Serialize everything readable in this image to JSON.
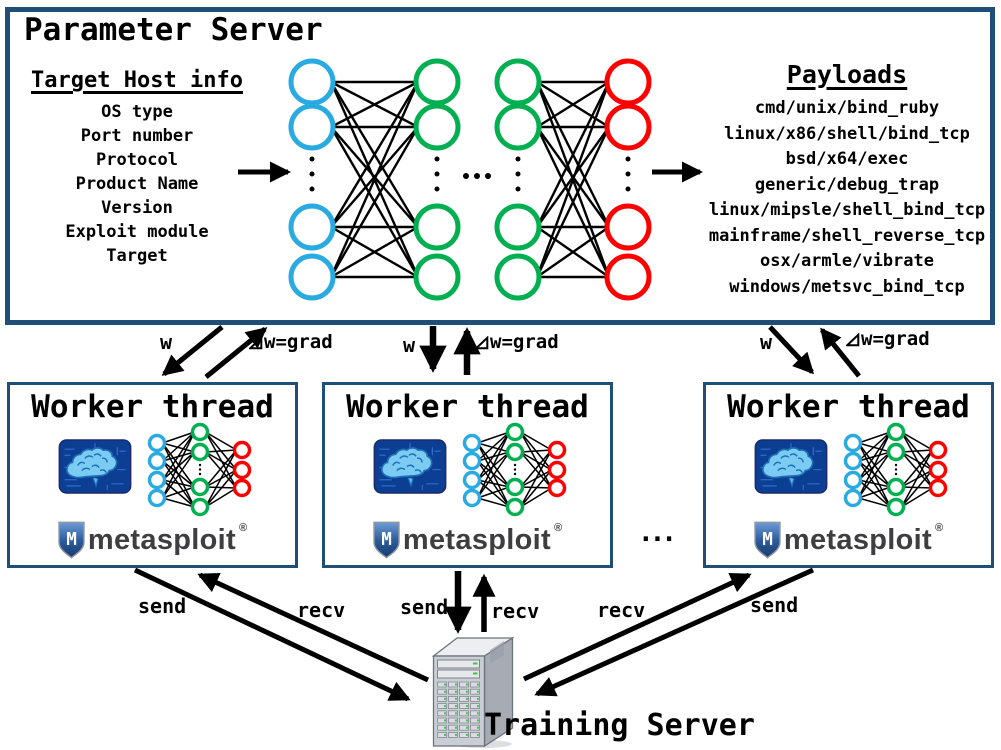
{
  "parameter_server": {
    "title": "Parameter Server",
    "target_host": {
      "heading": "Target Host info",
      "items": [
        "OS type",
        "Port number",
        "Protocol",
        "Product Name",
        "Version",
        "Exploit module",
        "Target"
      ]
    },
    "payloads": {
      "heading": "Payloads",
      "items": [
        "cmd/unix/bind_ruby",
        "linux/x86/shell/bind_tcp",
        "bsd/x64/exec",
        "generic/debug_trap",
        "linux/mipsle/shell_bind_tcp",
        "mainframe/shell_reverse_tcp",
        "osx/armle/vibrate",
        "windows/metsvc_bind_tcp"
      ]
    }
  },
  "workers": {
    "title": "Worker thread",
    "visible_count": 3,
    "continuation_ellipsis": "..."
  },
  "training_server": {
    "label": "Training Server"
  },
  "branding": {
    "metasploit_wordmark": "metasploit",
    "shield_letter": "M",
    "registered_mark": "®"
  },
  "edge_labels": {
    "weights": "w",
    "gradient": "⊿w=grad",
    "send": "send",
    "recv": "recv"
  },
  "nn": {
    "node_colors": {
      "input": "#29ABE2",
      "hidden": "#00B050",
      "output": "#FF0000"
    },
    "parameter_server_layers": [
      "input",
      "hidden",
      "hidden",
      "output"
    ],
    "worker_layers": [
      "input",
      "hidden",
      "output"
    ]
  },
  "colors": {
    "box_border": "#1F4E79",
    "arrow": "#000000"
  }
}
